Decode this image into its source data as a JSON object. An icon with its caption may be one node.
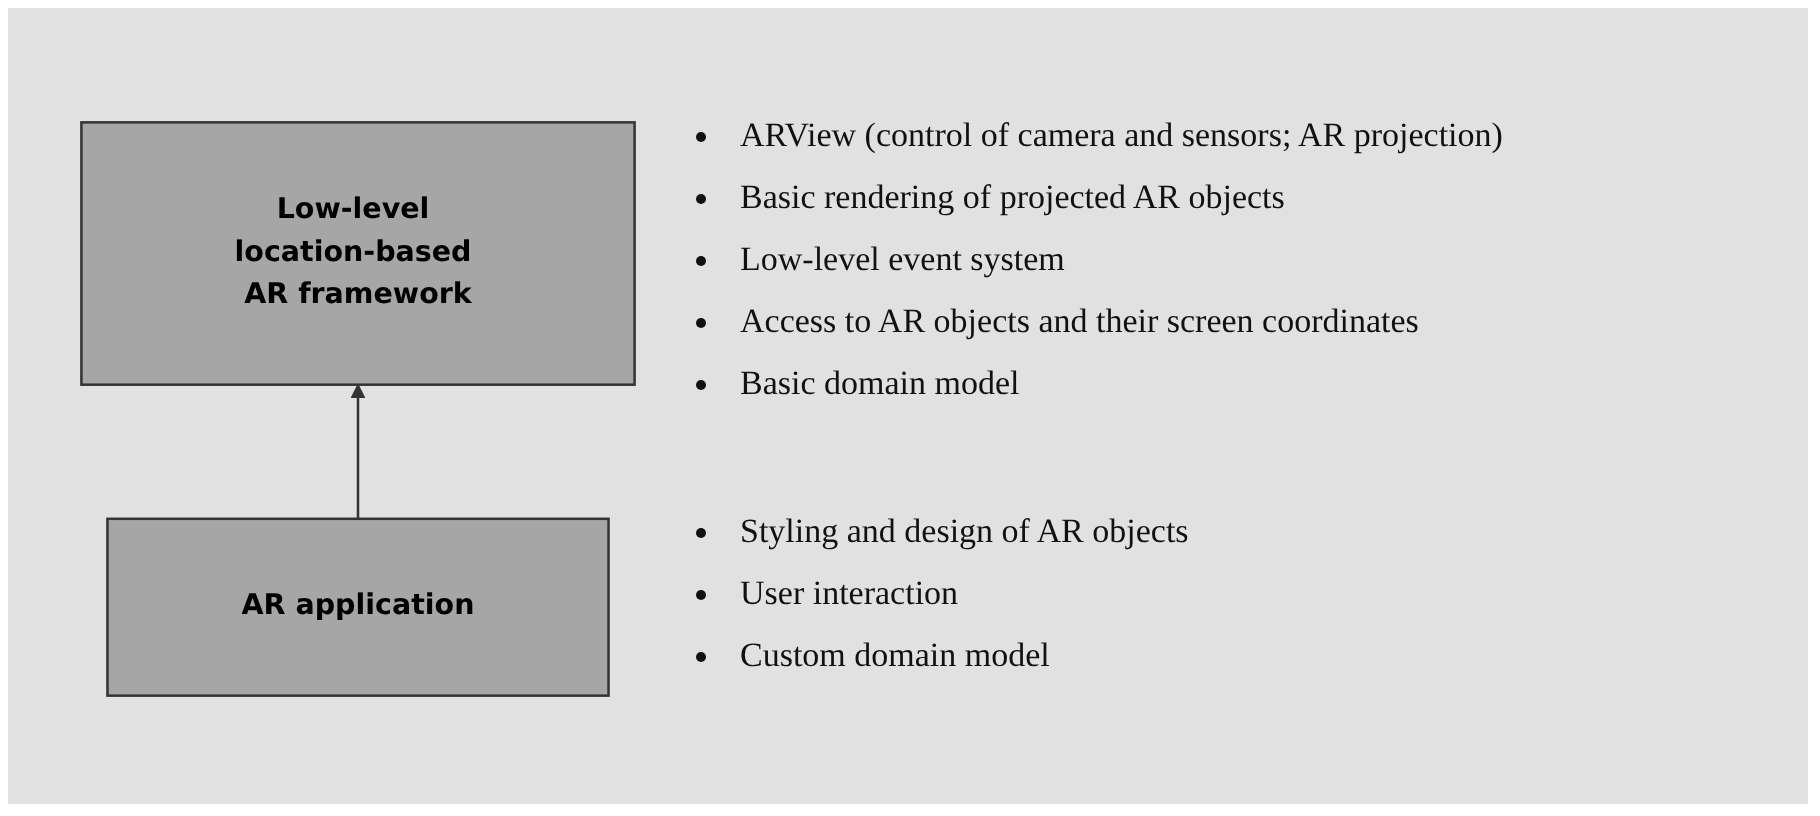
{
  "diagram": {
    "nodes": [
      {
        "text": [
          "Low-level location-based AR framework"
        ],
        "beside": [
          "ARView (control of camera and sensors; AR projection)",
          "Basic rendering of projected AR objects",
          "Low-level event system",
          "Access to AR objects and their screen coordinates",
          "Basic domain model"
        ]
      },
      {
        "text": [
          "AR application"
        ],
        "beside": [
          "Styling and design of AR objects",
          "User interaction",
          "Custom domain model"
        ]
      }
    ],
    "edges": [
      {
        "from": 1,
        "to": 0,
        "arrow": "to"
      }
    ]
  }
}
